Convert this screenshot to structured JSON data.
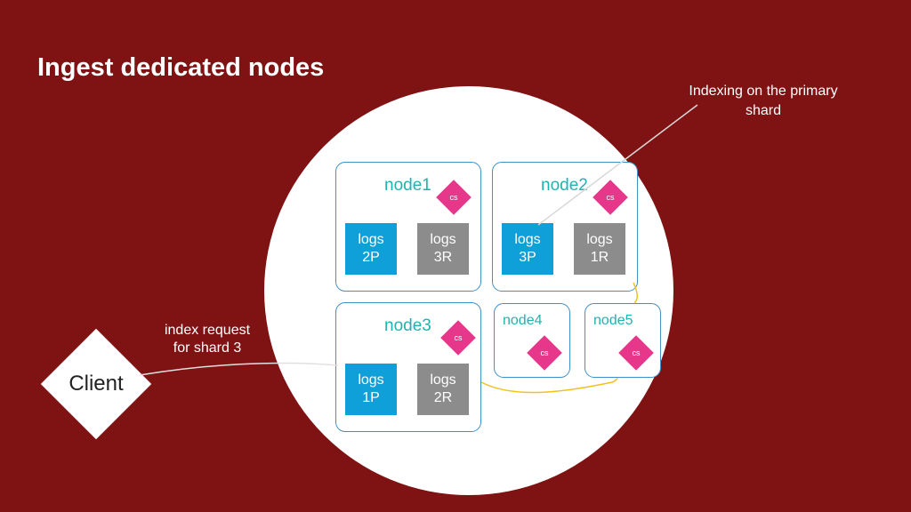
{
  "title": "Ingest dedicated nodes",
  "callout": {
    "line1": "Indexing on the primary",
    "line2": "shard"
  },
  "client": {
    "label": "Client"
  },
  "request": {
    "line1": "index request",
    "line2": "for shard 3"
  },
  "cs_label": "cs",
  "nodes": {
    "node1": {
      "label": "node1",
      "shards": [
        {
          "line1": "logs",
          "line2": "2P"
        },
        {
          "line1": "logs",
          "line2": "3R"
        }
      ]
    },
    "node2": {
      "label": "node2",
      "shards": [
        {
          "line1": "logs",
          "line2": "3P"
        },
        {
          "line1": "logs",
          "line2": "1R"
        }
      ]
    },
    "node3": {
      "label": "node3",
      "shards": [
        {
          "line1": "logs",
          "line2": "1P"
        },
        {
          "line1": "logs",
          "line2": "2R"
        }
      ]
    },
    "node4": {
      "label": "node4"
    },
    "node5": {
      "label": "node5"
    }
  },
  "colors": {
    "background": "#7f1212",
    "node_label": "#22b2b0",
    "primary_shard": "#0fa0d9",
    "replica_shard": "#8c8c8c",
    "cs_badge": "#e7378a",
    "connector": "#f2c21b"
  }
}
